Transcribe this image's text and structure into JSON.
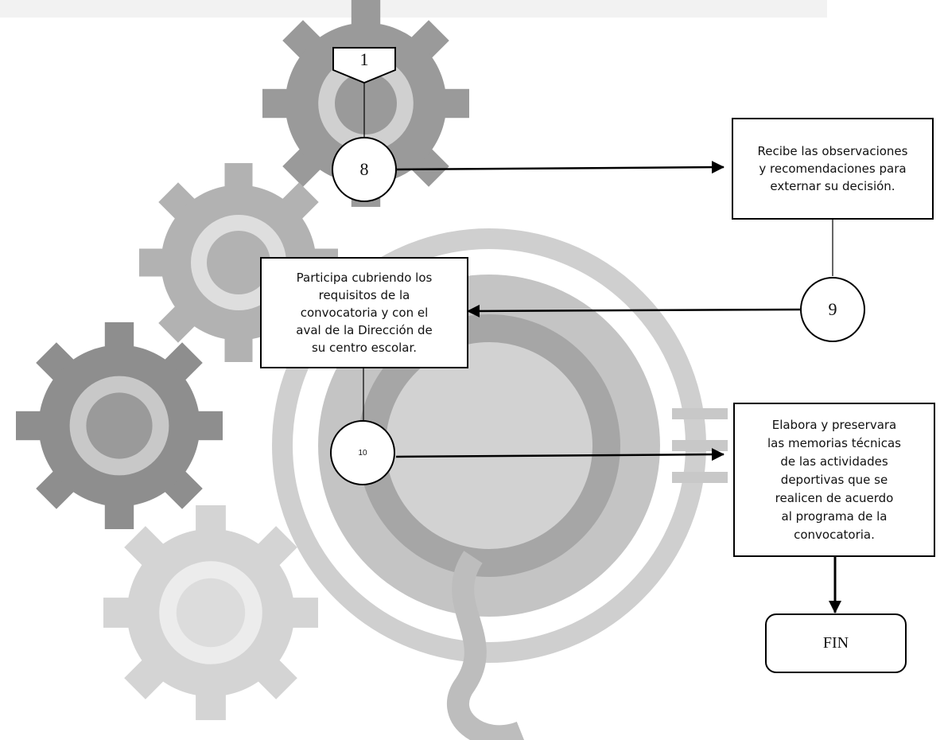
{
  "diagram": {
    "offpage_connector": {
      "label": "1"
    },
    "connectors": [
      {
        "id": "c8",
        "label": "8"
      },
      {
        "id": "c9",
        "label": "9"
      },
      {
        "id": "c10",
        "label": "10"
      }
    ],
    "boxes": {
      "recibe": "Recibe las observaciones\ny recomendaciones para\nexternar su decisión.",
      "participa": "Participa cubriendo los\nrequisitos de la\nconvocatoria y con el\naval de la Dirección de\nsu centro escolar.",
      "elabora": "Elabora y preservara\nlas memorias técnicas\nde las actividades\ndeportivas que se\nrealicen de acuerdo\nal programa de la\nconvocatoria."
    },
    "terminal": {
      "label": "FIN"
    },
    "colors": {
      "watermark_dark": "#8a8a8a",
      "watermark_mid": "#a8a8a8",
      "watermark_light": "#cdcdcd",
      "line": "#000000"
    }
  }
}
